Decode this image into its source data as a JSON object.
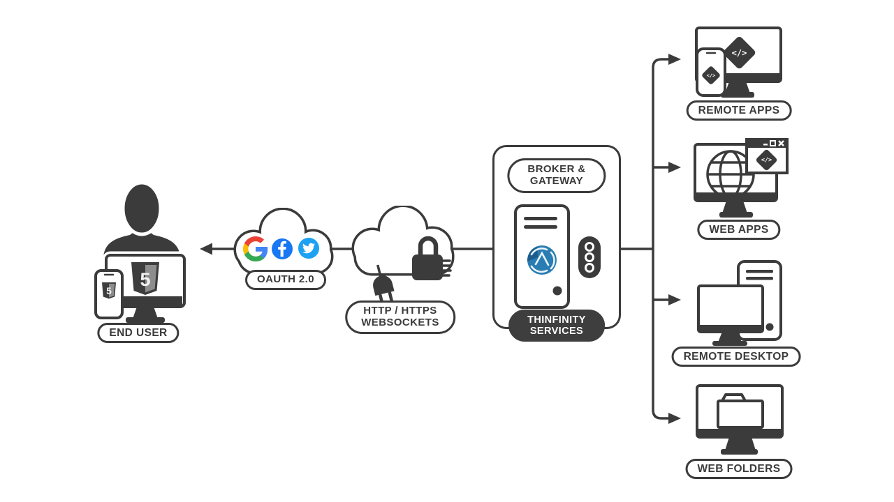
{
  "diagram": {
    "type": "architecture-flow",
    "product": "Thinfinity",
    "background_color": "#ffffff",
    "line_color": "#3b3b3b",
    "labels": {
      "end_user": "END USER",
      "oauth": "OAUTH 2.0",
      "transport_line1": "HTTP / HTTPS",
      "transport_line2": "WEBSOCKETS",
      "broker_line1": "BROKER &",
      "broker_line2": "GATEWAY",
      "services_line1": "THINFINITY",
      "services_line2": "SERVICES",
      "remote_apps": "REMOTE APPS",
      "web_apps": "WEB APPS",
      "remote_desktop": "REMOTE DESKTOP",
      "web_folders": "WEB FOLDERS"
    },
    "glyphs": {
      "code": "</>",
      "html5": "5"
    },
    "brand_colors": {
      "google_blue": "#4285F4",
      "google_green": "#34A853",
      "google_yellow": "#FBBC05",
      "google_red": "#EA4335",
      "facebook_blue": "#1877F2",
      "twitter_blue": "#1DA1F2",
      "thinfinity_blue": "#2a7db2",
      "dark_gray": "#3b3b3b"
    },
    "icons": [
      "person-icon",
      "monitor-html5-icon",
      "phone-html5-icon",
      "google-icon",
      "facebook-icon",
      "twitter-icon",
      "oauth-cloud-icon",
      "secure-cloud-icon",
      "lock-icon",
      "plug-icon",
      "server-tower-icon",
      "thinfinity-logo-icon",
      "status-ports-icon",
      "code-diamond-icon",
      "globe-icon",
      "browser-window-icon",
      "desktop-tower-icon",
      "folder-icon",
      "arrow-icon"
    ],
    "flow": {
      "left_arrow_target": "END USER",
      "source": "THINFINITY SERVICES",
      "branches": [
        "REMOTE APPS",
        "WEB APPS",
        "REMOTE DESKTOP",
        "WEB FOLDERS"
      ]
    }
  }
}
